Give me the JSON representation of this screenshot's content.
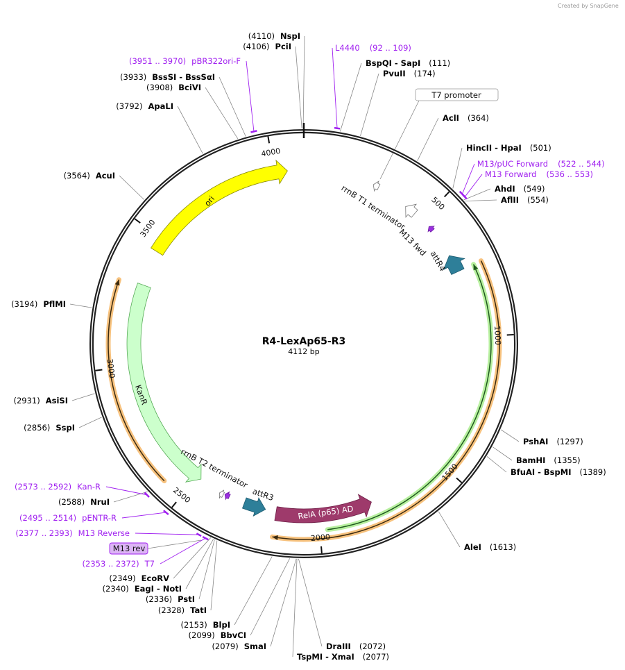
{
  "credit": "Created by SnapGene",
  "plasmid": {
    "name": "R4-LexAp65-R3",
    "length_label": "4112 bp",
    "length": 4112
  },
  "ticks": [
    "500",
    "1000",
    "1500",
    "2000",
    "2500",
    "3000",
    "3500",
    "4000"
  ],
  "sites": [
    {
      "name": "NspI",
      "pos": "(4110)",
      "bp": 4110
    },
    {
      "name": "PciI",
      "pos": "(4106)",
      "bp": 4106
    },
    {
      "name": "BssSI  -  BssSαI",
      "pos": "(3933)",
      "bp": 3933
    },
    {
      "name": "BciVI",
      "pos": "(3908)",
      "bp": 3908
    },
    {
      "name": "ApaLI",
      "pos": "(3792)",
      "bp": 3792
    },
    {
      "name": "AcuI",
      "pos": "(3564)",
      "bp": 3564
    },
    {
      "name": "PflMI",
      "pos": "(3194)",
      "bp": 3194
    },
    {
      "name": "AsiSI",
      "pos": "(2931)",
      "bp": 2931
    },
    {
      "name": "SspI",
      "pos": "(2856)",
      "bp": 2856
    },
    {
      "name": "NruI",
      "pos": "(2588)",
      "bp": 2588
    },
    {
      "name": "EcoRV",
      "pos": "(2349)",
      "bp": 2349
    },
    {
      "name": "EagI  -  NotI",
      "pos": "(2340)",
      "bp": 2340
    },
    {
      "name": "PstI",
      "pos": "(2336)",
      "bp": 2336
    },
    {
      "name": "TatI",
      "pos": "(2328)",
      "bp": 2328
    },
    {
      "name": "BlpI",
      "pos": "(2153)",
      "bp": 2153
    },
    {
      "name": "BbvCI",
      "pos": "(2099)",
      "bp": 2099
    },
    {
      "name": "SmaI",
      "pos": "(2079)",
      "bp": 2079
    },
    {
      "name": "TspMI  -  XmaI",
      "pos": "(2077)",
      "bp": 2077
    },
    {
      "name": "DraIII",
      "pos": "(2072)",
      "bp": 2072
    },
    {
      "name": "AleI",
      "pos": "(1613)",
      "bp": 1613
    },
    {
      "name": "BfuAI  -  BspMI",
      "pos": "(1389)",
      "bp": 1389
    },
    {
      "name": "BamHI",
      "pos": "(1355)",
      "bp": 1355
    },
    {
      "name": "PshAI",
      "pos": "(1297)",
      "bp": 1297
    },
    {
      "name": "AflII",
      "pos": "(554)",
      "bp": 554
    },
    {
      "name": "AhdI",
      "pos": "(549)",
      "bp": 549
    },
    {
      "name": "HincII  -  HpaI",
      "pos": "(501)",
      "bp": 501
    },
    {
      "name": "AclI",
      "pos": "(364)",
      "bp": 364
    },
    {
      "name": "PvuII",
      "pos": "(174)",
      "bp": 174
    },
    {
      "name": "BspQI  -  SapI",
      "pos": "(111)",
      "bp": 111
    }
  ],
  "primers": [
    {
      "name": "pBR322ori-F",
      "range": "(3951 .. 3970)",
      "start": 3951,
      "end": 3970
    },
    {
      "name": "L4440",
      "range": "(92 .. 109)",
      "start": 92,
      "end": 109
    },
    {
      "name": "M13/pUC Forward",
      "range": "(522 .. 544)",
      "start": 522,
      "end": 544
    },
    {
      "name": "M13 Forward",
      "range": "(536 .. 553)",
      "start": 536,
      "end": 553
    },
    {
      "name": "Kan-R",
      "range": "(2573 .. 2592)",
      "start": 2573,
      "end": 2592
    },
    {
      "name": "pENTR-R",
      "range": "(2495 .. 2514)",
      "start": 2495,
      "end": 2514
    },
    {
      "name": "M13 Reverse",
      "range": "(2377 .. 2393)",
      "start": 2377,
      "end": 2393
    },
    {
      "name": "T7",
      "range": "(2353 .. 2372)",
      "start": 2353,
      "end": 2372
    }
  ],
  "features": [
    {
      "name": "ori",
      "start": 3450,
      "end": 4050,
      "direction": 1,
      "color": "#ffff00",
      "stroke": "#888800"
    },
    {
      "name": "KanR",
      "start": 2481,
      "end": 3313,
      "direction": -1,
      "color": "#ccffcc",
      "stroke": "#55aa55"
    },
    {
      "name": "RelA (p65) AD",
      "start": 1792,
      "end": 2163,
      "direction": -1,
      "color": "#9e3a6b",
      "stroke": "#6e1f47"
    },
    {
      "name": "attR3",
      "start": 2205,
      "end": 2290,
      "direction": -1,
      "color": "#2e7f99",
      "stroke": "#1d5a6e"
    },
    {
      "name": "attR4",
      "start": 672,
      "end": 742,
      "direction": -1,
      "color": "#2e7f99",
      "stroke": "#1d5a6e"
    },
    {
      "name": "M13 fwd",
      "start": 536,
      "end": 556,
      "direction": -1,
      "color": "#9b30e0",
      "stroke": "#6a1aa0"
    },
    {
      "name": "rrnB T1 terminator",
      "start": 418,
      "end": 462,
      "direction": -1,
      "color": "#ffffff",
      "stroke": "#777777"
    },
    {
      "name": "rrnB T2 terminator",
      "start": 270,
      "end": 292,
      "direction": -1,
      "color": "#ffffff",
      "stroke": "#777777"
    },
    {
      "name": "T7 promoter",
      "start": 2353,
      "end": 2372,
      "direction": 1,
      "color": "#9b30e0",
      "stroke": "#6a1aa0"
    },
    {
      "name": "M13 rev",
      "start": 2377,
      "end": 2393,
      "direction": 1,
      "color": "#ffffff",
      "stroke": "#777777"
    }
  ],
  "orfs": [
    {
      "start": 742,
      "end": 2162,
      "direction": 1,
      "color": "#f7c27e",
      "core": "#3a2a10"
    },
    {
      "start": 742,
      "end": 1973,
      "direction": -1,
      "color": "#b8f0a0",
      "core": "#1f5a1f"
    },
    {
      "start": 2576,
      "end": 3302,
      "direction": 1,
      "color": "#f7c27e",
      "core": "#3a2a10"
    }
  ],
  "colors": {
    "backbone": "#222222",
    "primer": "#a020f0",
    "site_line": "#888888"
  }
}
